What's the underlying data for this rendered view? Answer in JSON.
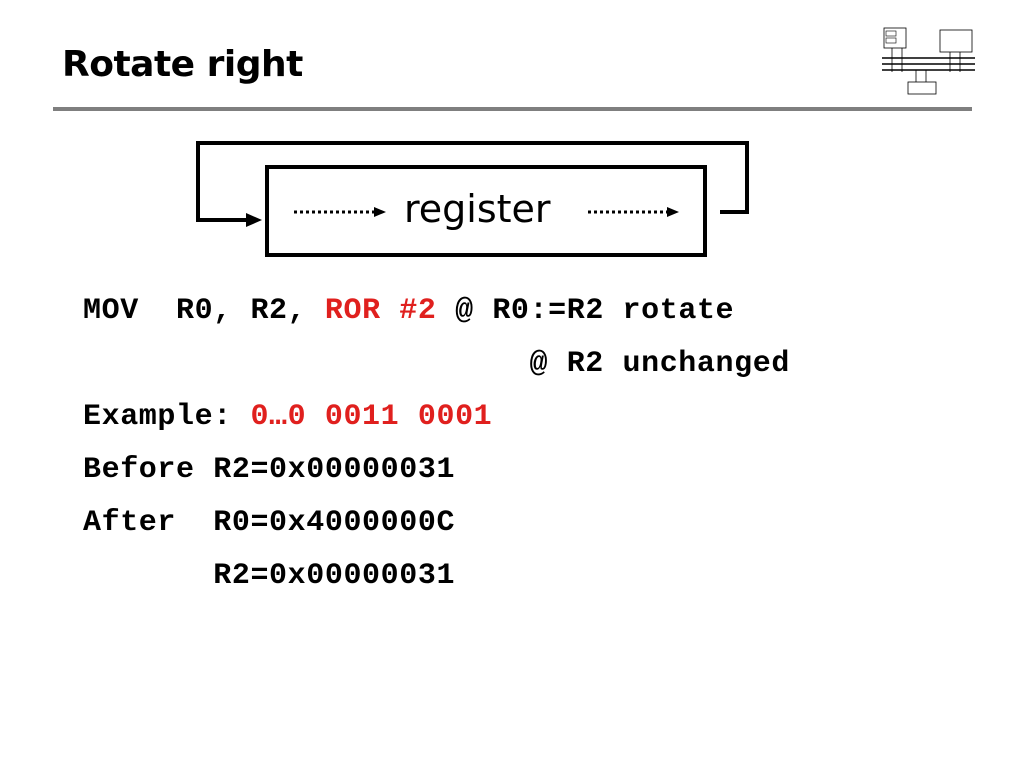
{
  "slide": {
    "title": "Rotate right"
  },
  "diagram": {
    "register_label": "register"
  },
  "code": {
    "line1": {
      "op": "MOV",
      "args": "R0, R2,",
      "shift": "ROR #2",
      "comment": "@ R0:=R2 rotate"
    },
    "line2": {
      "comment": "@ R2 unchanged"
    },
    "example": {
      "label": "Example:",
      "value": "0…0 0011 0001"
    },
    "before": {
      "label": "Before",
      "value": "R2=0x00000031"
    },
    "after": {
      "label": "After",
      "value": "R0=0x4000000C",
      "value2": "R2=0x00000031"
    }
  },
  "colors": {
    "accent_red": "#e0201e",
    "rule_gray": "#7f7f7f"
  },
  "icons": {
    "logo": "computer-architecture-thumbnail"
  }
}
